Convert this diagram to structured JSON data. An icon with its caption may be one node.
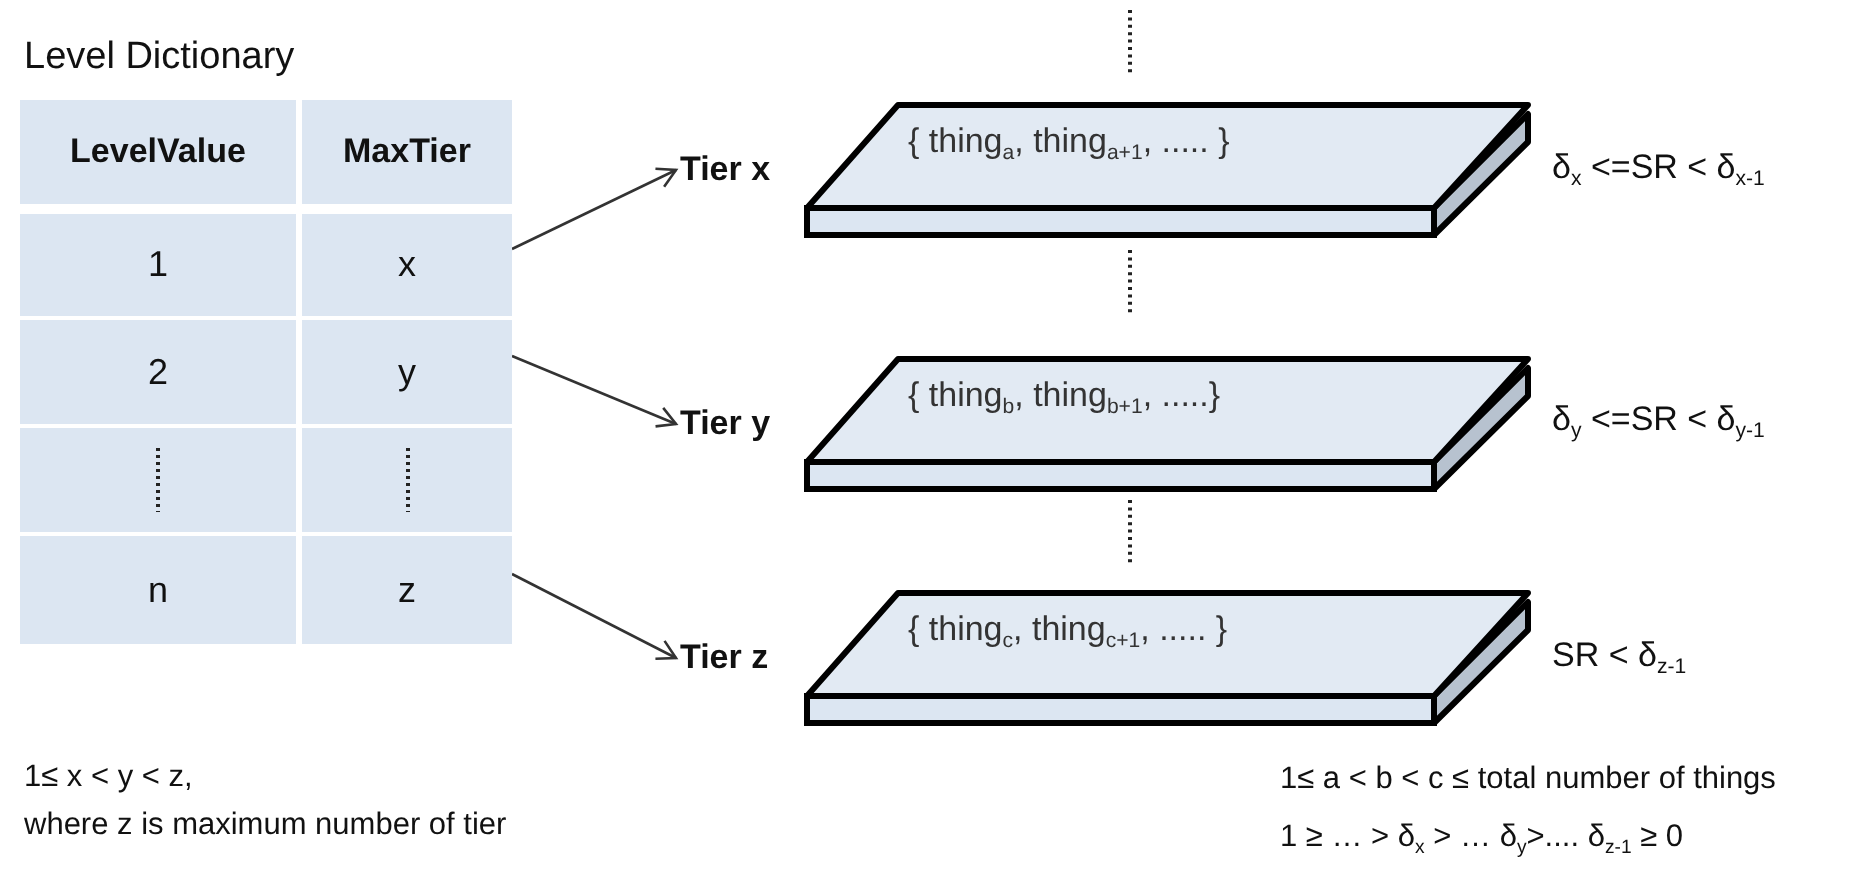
{
  "diagram": {
    "nodes": [
      {
        "text": [
          "Level Dictionary"
        ]
      },
      {
        "text": [
          "LevelValue"
        ],
        "in": 0
      },
      {
        "text": [
          "MaxTier"
        ],
        "in": 0
      },
      {
        "text": [
          "1"
        ],
        "in": 0
      },
      {
        "text": [
          "x"
        ],
        "in": 0
      },
      {
        "text": [
          "2"
        ],
        "in": 0
      },
      {
        "text": [
          "y"
        ],
        "in": 0
      },
      {
        "text": [],
        "shape": "box",
        "in": 0
      },
      {
        "text": [],
        "shape": "box",
        "in": 0
      },
      {
        "text": [
          "n"
        ],
        "in": 0
      },
      {
        "text": [
          "z"
        ],
        "in": 0
      },
      {
        "text": [
          "Tier x",
          "{ thing$_{a}$, thing$_{a+1}$, ..... }"
        ],
        "beside": [
          "δ$_{x}$ <=SR < δ$_{x-1}$"
        ]
      },
      {
        "text": [
          "Tier y",
          "{ thing$_{b}$, thing$_{b+1}$, .....}"
        ],
        "beside": [
          "δ$_{y}$ <=SR < δ$_{y-1}$"
        ]
      },
      {
        "text": [
          "Tier z",
          "{ thing$_{c}$, thing$_{c+1}$, ..... }"
        ],
        "beside": [
          "SR < δ$_{z-1}$"
        ]
      }
    ],
    "edges": [
      {
        "from": 4,
        "to": 11,
        "arrow": "to"
      },
      {
        "from": 6,
        "to": 12,
        "arrow": "to"
      },
      {
        "from": 10,
        "to": 13,
        "arrow": "to"
      }
    ],
    "labels": [
      "1≤ x < y < z,",
      "where z is maximum number of tier",
      "1≤ a < b < c ≤ total number of things",
      "1 ≥ … > δ$_{x}$ > … δ$_{y}$>.... δ$_{z-1}$ ≥ 0"
    ]
  }
}
